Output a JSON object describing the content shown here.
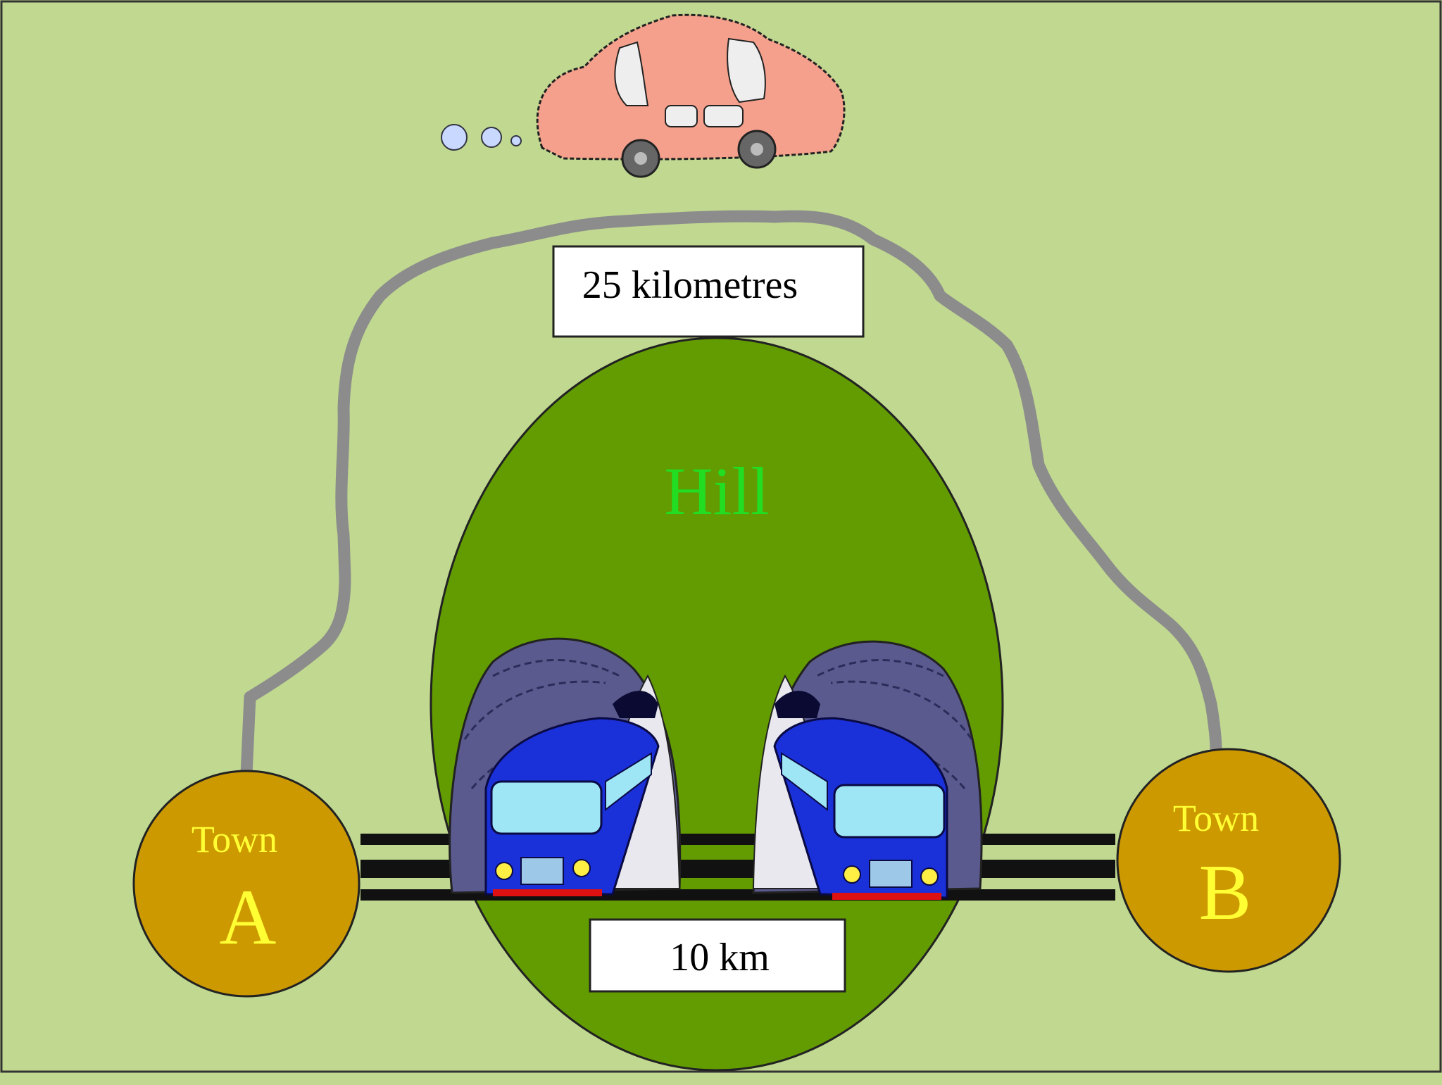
{
  "labels": {
    "road_distance": "25 kilometres",
    "tunnel_distance": "10 km",
    "hill": "Hill"
  },
  "towns": [
    {
      "id": "A",
      "word": "Town",
      "letter": "A"
    },
    {
      "id": "B",
      "word": "Town",
      "letter": "B"
    }
  ],
  "colors": {
    "background": "#c0d890",
    "hill": "#629c00",
    "hill_label": "#22dd22",
    "road": "#8c8c8c",
    "town_fill": "#cc9900",
    "town_text": "#ffff33",
    "train": "#1a30d8",
    "car": "#f5a08c",
    "tunnel": "#5a5a8e"
  },
  "icons": [
    "car-icon",
    "train-icon",
    "tunnel-icon"
  ]
}
